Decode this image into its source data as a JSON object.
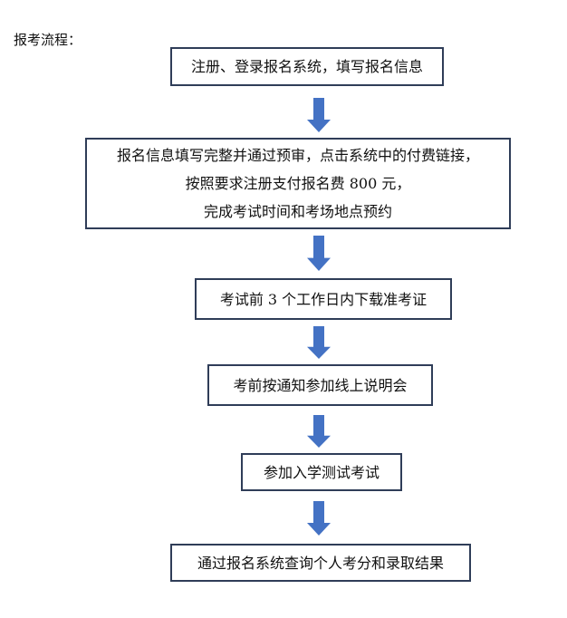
{
  "title": "报考流程：",
  "arrow_color": "#4472c4",
  "steps": [
    {
      "lines": [
        "注册、登录报名系统，填写报名信息"
      ]
    },
    {
      "lines": [
        "报名信息填写完整并通过预审，点击系统中的付费链接，",
        "按照要求注册支付报名费 800 元，",
        "完成考试时间和考场地点预约"
      ]
    },
    {
      "lines": [
        "考试前 3 个工作日内下载准考证"
      ]
    },
    {
      "lines": [
        "考前按通知参加线上说明会"
      ]
    },
    {
      "lines": [
        "参加入学测试考试"
      ]
    },
    {
      "lines": [
        "通过报名系统查询个人考分和录取结果"
      ]
    }
  ]
}
